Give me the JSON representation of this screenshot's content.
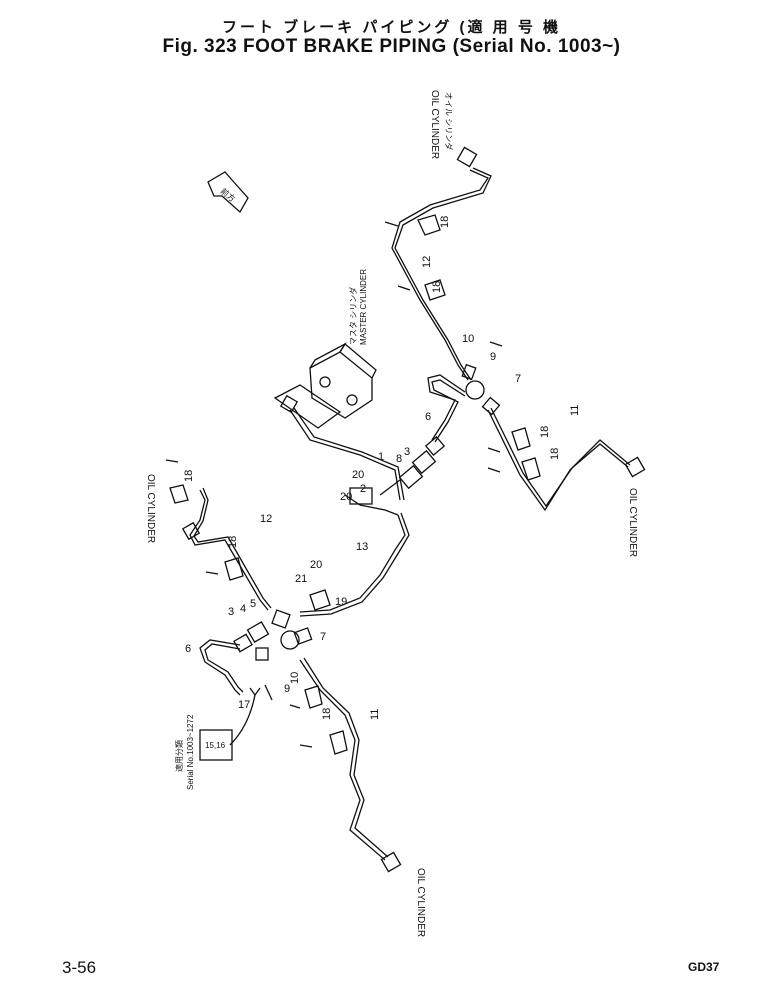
{
  "title": {
    "japanese": "フート ブレーキ パイピング (適 用 号 機",
    "english": "Fig. 323 FOOT BRAKE PIPING (Serial No. 1003~)"
  },
  "page_number": "3-56",
  "drawing_code": "GD37",
  "labels": {
    "oil_cylinder": "OIL CYLINDER",
    "oil_cylinder_jp": "オイル シリンダ",
    "master_cylinder": "MASTER CYLINDER",
    "master_cylinder_jp": "マスタ シリンダ",
    "serial_note_jp": "適用分類",
    "serial_note": "Serial No.1003~1272",
    "front_arrow": "前方",
    "inset": "15,16"
  },
  "part_numbers": [
    "1",
    "2",
    "3",
    "4",
    "5",
    "6",
    "7",
    "8",
    "9",
    "10",
    "11",
    "12",
    "13",
    "14",
    "15",
    "16",
    "17",
    "18",
    "19",
    "20",
    "21"
  ]
}
